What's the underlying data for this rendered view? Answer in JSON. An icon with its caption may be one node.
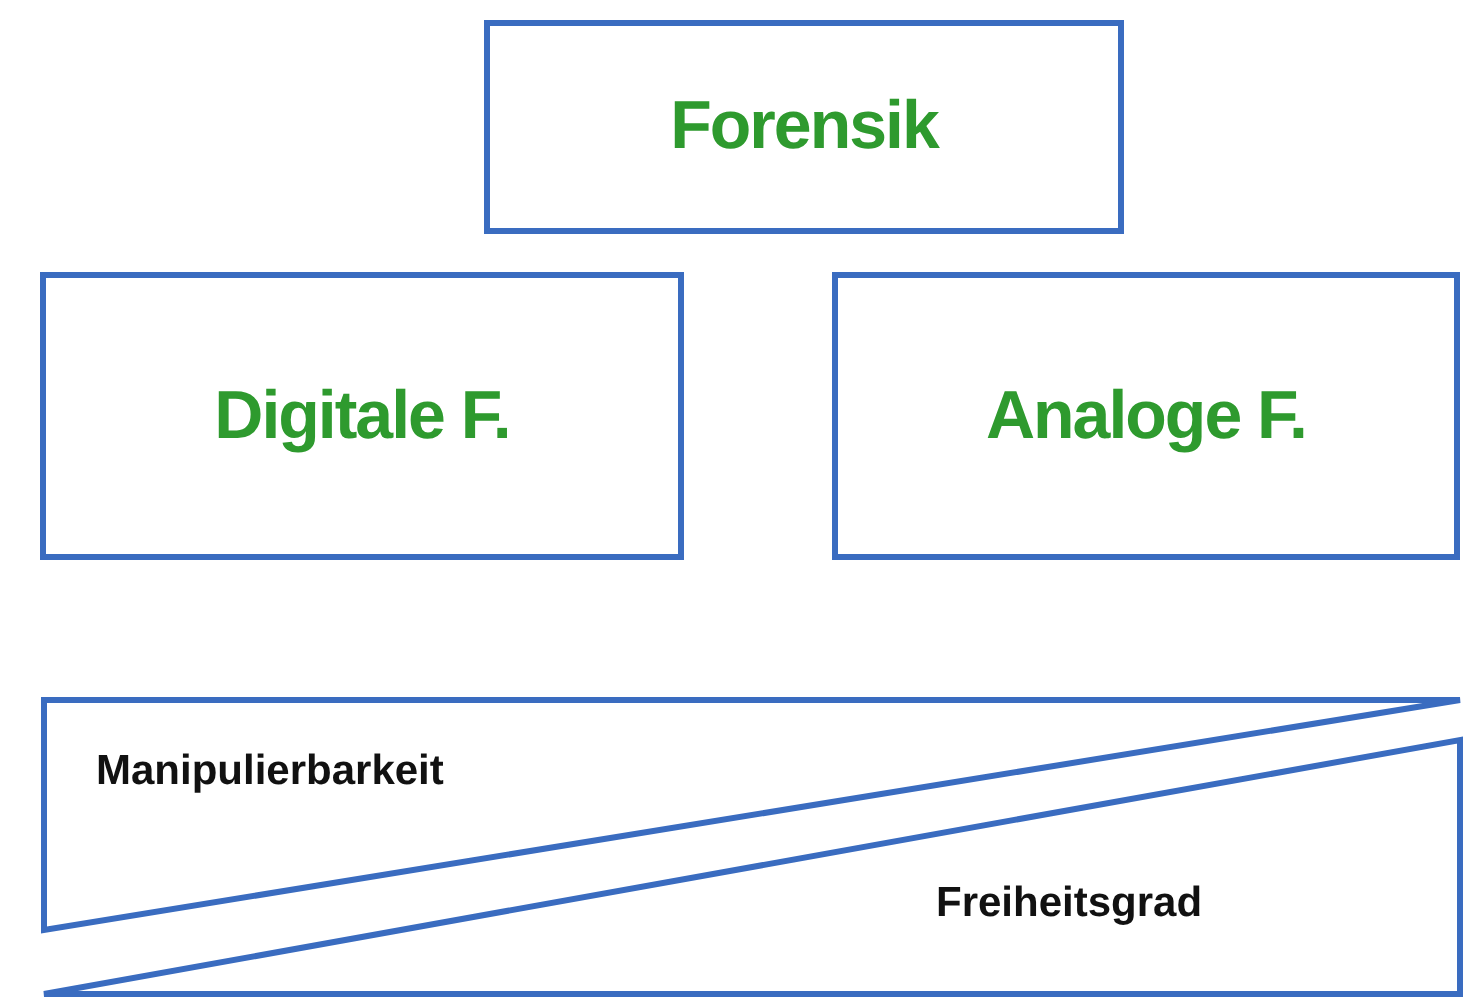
{
  "diagram": {
    "nodes": [
      {
        "text": [
          "Forensik"
        ]
      },
      {
        "text": [
          "Digitale F."
        ]
      },
      {
        "text": [
          "Analoge F."
        ]
      },
      {
        "text": [
          "Manipulierbarkeit"
        ]
      },
      {
        "text": [
          "Freiheitsgrad"
        ]
      }
    ]
  }
}
